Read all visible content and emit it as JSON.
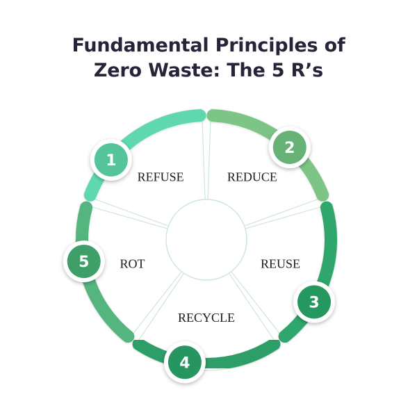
{
  "title": {
    "line1": "Fundamental Principles of",
    "line2": "Zero Waste: The 5 R’s"
  },
  "segments": [
    {
      "number": "1",
      "label": "REFUSE",
      "color": "#5ed8b0",
      "color2": "#4fcb9f",
      "badge": "#56c49a"
    },
    {
      "number": "2",
      "label": "REDUCE",
      "color": "#7cc586",
      "color2": "#6cb97a",
      "badge": "#68b277"
    },
    {
      "number": "3",
      "label": "REUSE",
      "color": "#2fa66c",
      "color2": "#23995f",
      "badge": "#24985e"
    },
    {
      "number": "4",
      "label": "RECYCLE",
      "color": "#2e9e67",
      "color2": "#23935c",
      "badge": "#27955f"
    },
    {
      "number": "5",
      "label": "ROT",
      "color": "#54b57e",
      "color2": "#45a871",
      "badge": "#3e9f68"
    }
  ],
  "colors": {
    "divider": "#cfe6da",
    "badge_ring": "#ffffff"
  }
}
